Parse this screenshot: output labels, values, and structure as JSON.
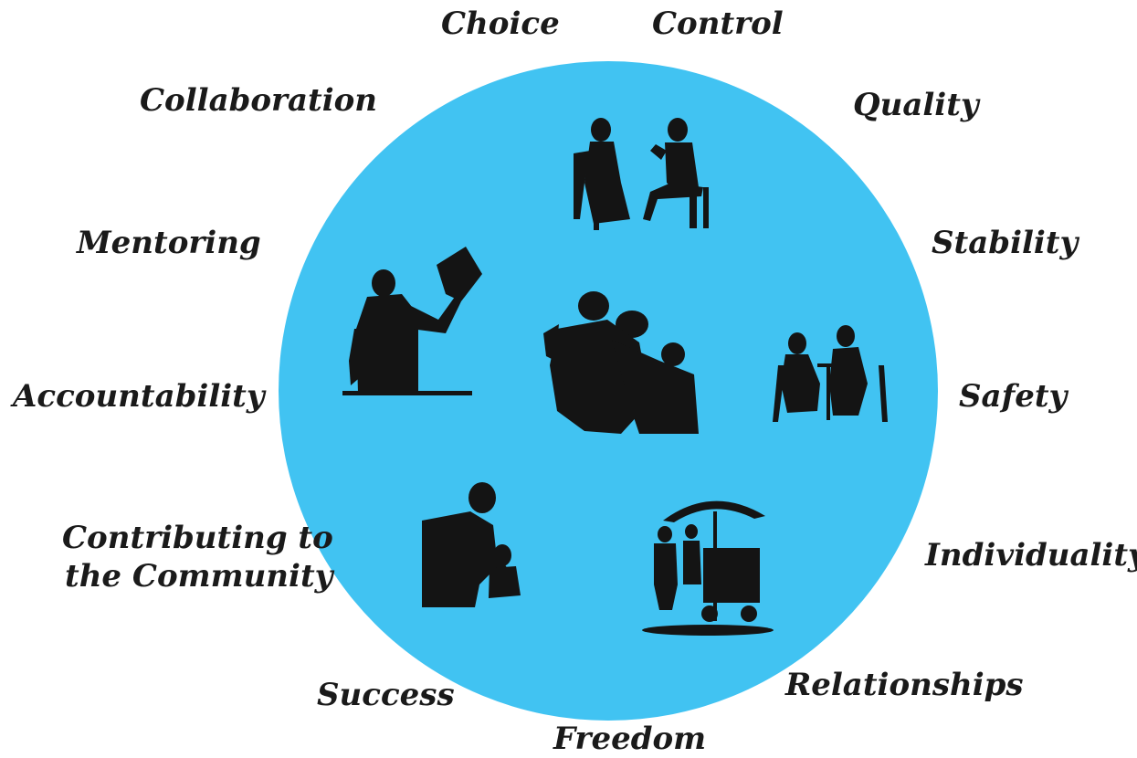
{
  "values": {
    "choice": "Choice",
    "control": "Control",
    "collaboration": "Collaboration",
    "quality": "Quality",
    "mentoring": "Mentoring",
    "stability": "Stability",
    "accountability": "Accountability",
    "safety": "Safety",
    "contributing_line1": "Contributing to",
    "contributing_line2": "the Community",
    "individuality": "Individuality",
    "success": "Success",
    "relationships": "Relationships",
    "freedom": "Freedom"
  },
  "colors": {
    "circle": "#41c3f2",
    "silhouette": "#141414",
    "text": "#1a1a1a"
  }
}
